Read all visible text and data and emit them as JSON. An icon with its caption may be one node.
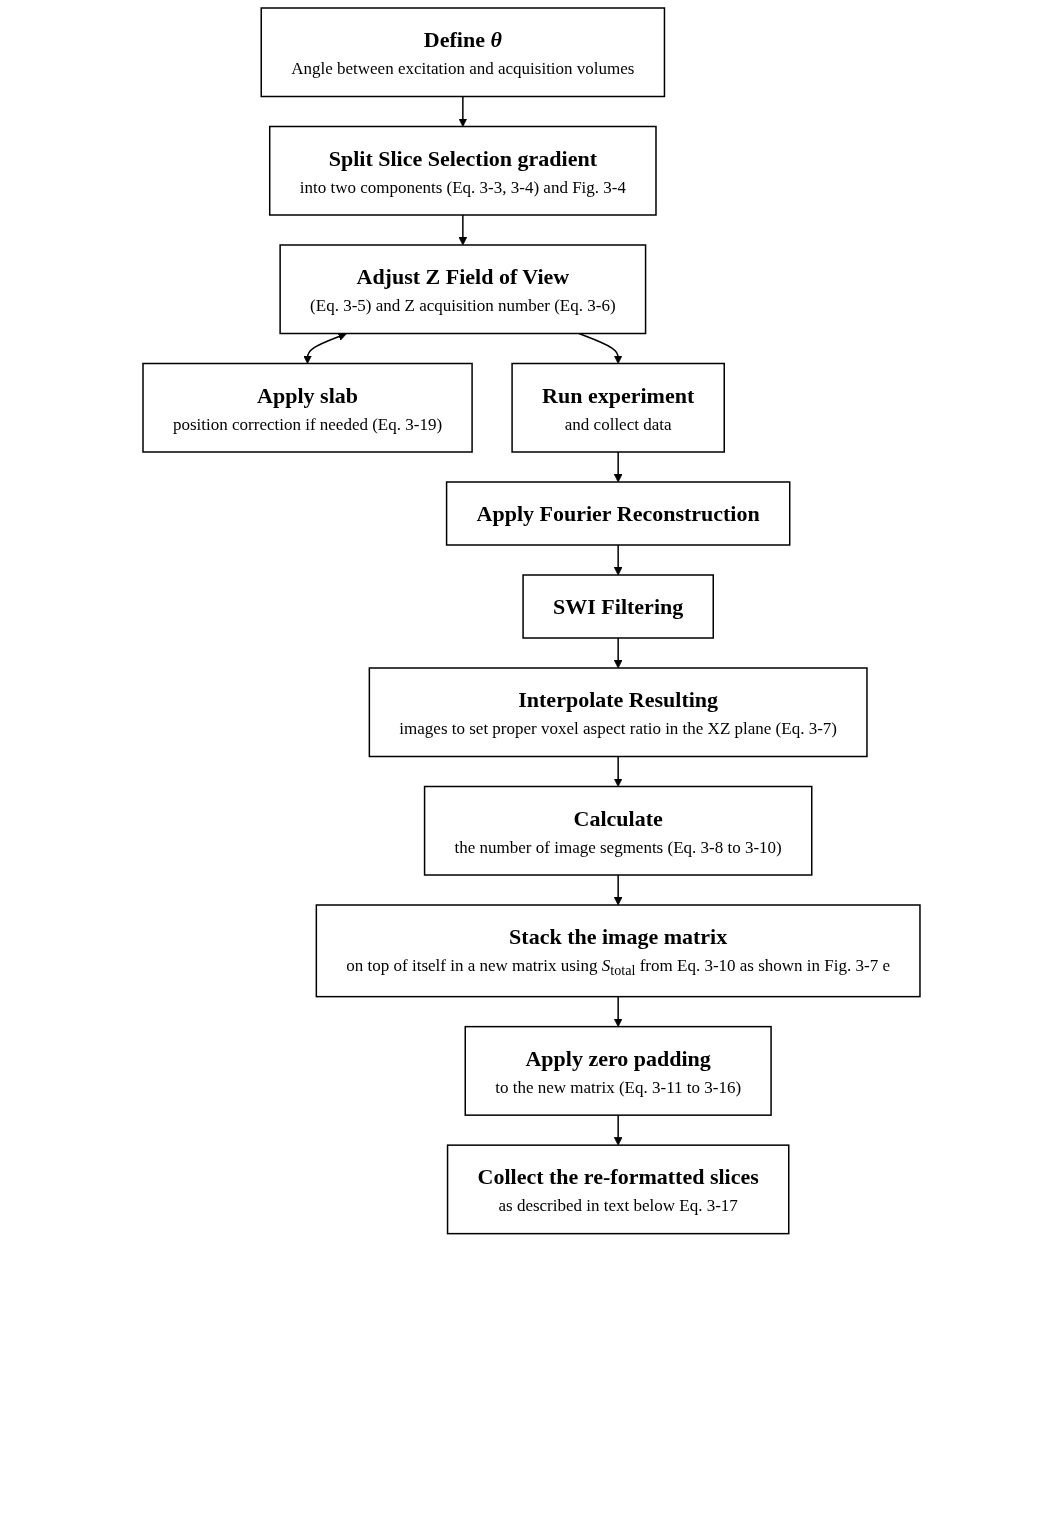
{
  "diagram": {
    "nodes": [
      {
        "text": [
          "Define *θ*",
          "Angle between excitation and acquisition volumes"
        ]
      },
      {
        "text": [
          "Split Slice Selection gradient",
          "into two components (Eq. 3-3, 3-4) and Fig. 3-4"
        ]
      },
      {
        "text": [
          "Adjust Z Field of View",
          "(Eq. 3-5) and Z acquisition number (Eq. 3-6)"
        ]
      },
      {
        "text": [
          "Apply slab",
          "position correction if needed (Eq. 3-19)"
        ]
      },
      {
        "text": [
          "Run experiment",
          "and collect data"
        ]
      },
      {
        "text": [
          "Apply Fourier Reconstruction"
        ]
      },
      {
        "text": [
          "SWI Filtering"
        ]
      },
      {
        "text": [
          "Interpolate Resulting",
          "images to set proper voxel aspect ratio in the XZ plane (Eq. 3-7)"
        ]
      },
      {
        "text": [
          "Calculate",
          "the number of image segments (Eq. 3-8 to 3-10)"
        ]
      },
      {
        "text": [
          "Stack the image matrix",
          "on top of itself in a new matrix using *S*$_{total}$ from Eq. 3-10 as shown in Fig. 3-7 e"
        ]
      },
      {
        "text": [
          "Apply zero padding",
          "to the new matrix (Eq. 3-11 to 3-16)"
        ]
      },
      {
        "text": [
          "Collect the re-formatted slices",
          "as described in text below Eq. 3-17"
        ]
      }
    ],
    "edges": [
      {
        "from": 0,
        "to": 1,
        "arrow": "to"
      },
      {
        "from": 1,
        "to": 2,
        "arrow": "to"
      },
      {
        "from": 2,
        "to": 3,
        "arrow": "both"
      },
      {
        "from": 2,
        "to": 4,
        "arrow": "to"
      },
      {
        "from": 4,
        "to": 5,
        "arrow": "to"
      },
      {
        "from": 5,
        "to": 6,
        "arrow": "to"
      },
      {
        "from": 6,
        "to": 7,
        "arrow": "to"
      },
      {
        "from": 7,
        "to": 8,
        "arrow": "to"
      },
      {
        "from": 8,
        "to": 9,
        "arrow": "to"
      },
      {
        "from": 9,
        "to": 10,
        "arrow": "to"
      },
      {
        "from": 10,
        "to": 11,
        "arrow": "to"
      }
    ]
  }
}
